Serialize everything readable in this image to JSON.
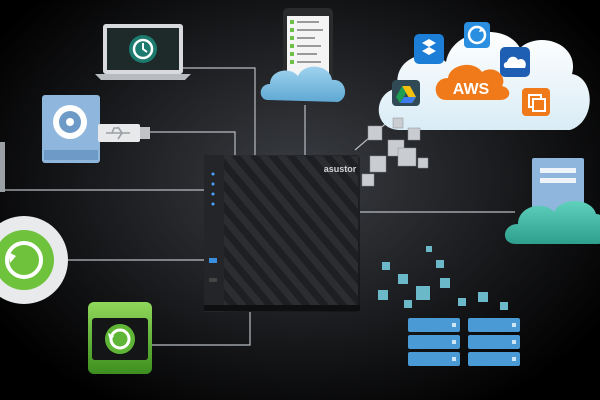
{
  "brand": {
    "device_logo": "asustor",
    "device_name": "NAS device"
  },
  "cloud_services": {
    "aws_label": "AWS",
    "icons": [
      "dropbox-icon",
      "backup-sync-icon",
      "onedrive-icon",
      "google-drive-icon",
      "multi-window-icon"
    ]
  },
  "peripherals": {
    "laptop": "laptop-time-machine-icon",
    "phone": "smartphone-icon",
    "optical_drive": "optical-drive-icon",
    "usb": "usb-stick-icon",
    "sync_client": "sync-client-icon",
    "external_drive": "external-backup-drive-icon",
    "remote_server": "remote-server-icon",
    "database": "database-storage-icon"
  },
  "colors": {
    "cloud": "#8cc8e8",
    "aws_orange": "#f07a1a",
    "teal": "#3fb6a4",
    "green": "#6fc23b",
    "db_blue": "#4a9ad6",
    "line": "#b8bcc2"
  }
}
